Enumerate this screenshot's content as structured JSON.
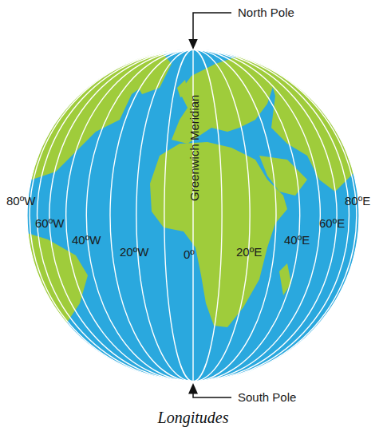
{
  "diagram": {
    "caption": "Longitudes",
    "labels": [
      "North Pole",
      "Greenwich Meridian",
      "80ºW",
      "60ºW",
      "40ºW",
      "20ºW",
      "0º",
      "20ºE",
      "40ºE",
      "60ºE",
      "80ºE",
      "South Pole"
    ]
  }
}
